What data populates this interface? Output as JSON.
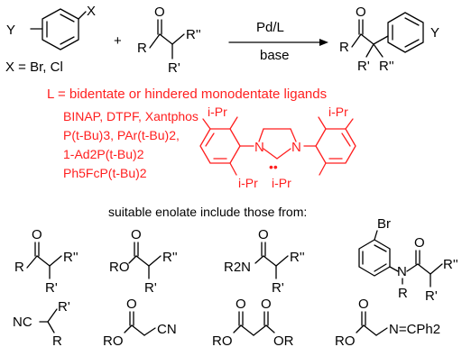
{
  "reaction": {
    "aryl_sub": "Y",
    "aryl_x": "X",
    "aryl_x_def": "X = Br, Cl",
    "plus": "+",
    "ketone_o": "O",
    "ketone_r": "R",
    "ketone_r2": "R''",
    "ketone_r1": "R'",
    "catalyst": "Pd/L",
    "base": "base",
    "product_o": "O",
    "product_r": "R",
    "product_y": "Y",
    "product_r1": "R'",
    "product_r2": "R''"
  },
  "ligands": {
    "heading": "L = bidentate or hindered monodentate ligands",
    "line1": "BINAP, DTPF, Xantphos",
    "line2": "P(t-Bu)3, PAr(t-Bu)2,",
    "line3": "1-Ad2P(t-Bu)2",
    "line4": "Ph5FcP(t-Bu)2",
    "nhc": {
      "ipr": "i-Pr",
      "n": "N",
      "dots": "••"
    }
  },
  "enolates": {
    "caption": "suitable enolate include those from:",
    "ketone": {
      "o": "O",
      "r": "R",
      "r2": "R''",
      "r1": "R'"
    },
    "ester": {
      "o": "O",
      "ro": "RO",
      "r2": "R''",
      "r1": "R'"
    },
    "amide": {
      "o": "O",
      "r2n": "R2N",
      "r2": "R''",
      "r1": "R'"
    },
    "anilide": {
      "br": "Br",
      "n": "N",
      "r": "R",
      "o": "O",
      "r2": "R''",
      "r1": "R'"
    },
    "nitrile": {
      "nc": "NC",
      "r1": "R'",
      "r": "R"
    },
    "cyanoacetate": {
      "o": "O",
      "ro": "RO",
      "cn": "CN"
    },
    "malonate": {
      "o": "O",
      "ro": "RO",
      "or": "OR"
    },
    "imino_ester": {
      "o": "O",
      "ro": "RO",
      "imine": "N=CPh2"
    }
  }
}
